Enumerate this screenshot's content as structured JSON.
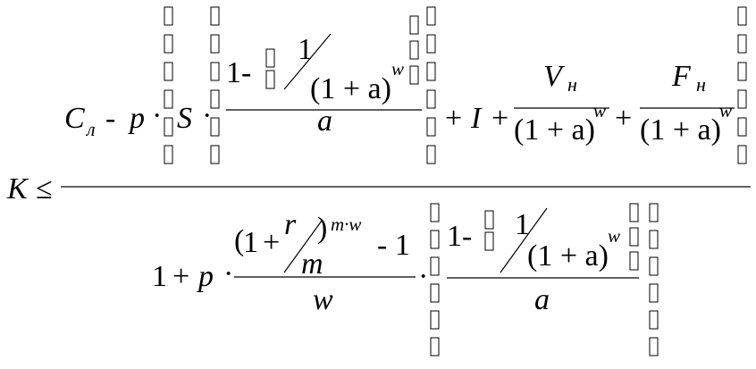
{
  "formula": {
    "lhs": {
      "var": "K",
      "rel": "≤"
    },
    "numerator": {
      "C": "C",
      "C_sub": "л",
      "minus": "-",
      "p": "p",
      "dot": "·",
      "S": "S",
      "dot2": "·",
      "one_minus": "1-",
      "one": "1",
      "paren": "(1 + a)",
      "exp": "w",
      "a": "a",
      "plus1": "+",
      "I": "I",
      "plus2": "+",
      "V": "V",
      "V_sub": "н",
      "V_den": "(1 + a)",
      "V_exp": "w",
      "plus3": "+",
      "F": "F",
      "F_sub": "н",
      "F_den": "(1 + a)",
      "F_exp": "w"
    },
    "denominator": {
      "one": "1",
      "plus": "+",
      "p": "p",
      "dot": "·",
      "lparen": "(",
      "one_b": "1",
      "plus_b": "+",
      "r": "r",
      "m": "m",
      "rparen": ")",
      "exp": "m·w",
      "minus_one": "- 1",
      "w": "w",
      "dot2": "·",
      "one_minus": "1-",
      "one_c": "1",
      "paren": "(1 + a)",
      "exp2": "w",
      "a": "a"
    }
  }
}
